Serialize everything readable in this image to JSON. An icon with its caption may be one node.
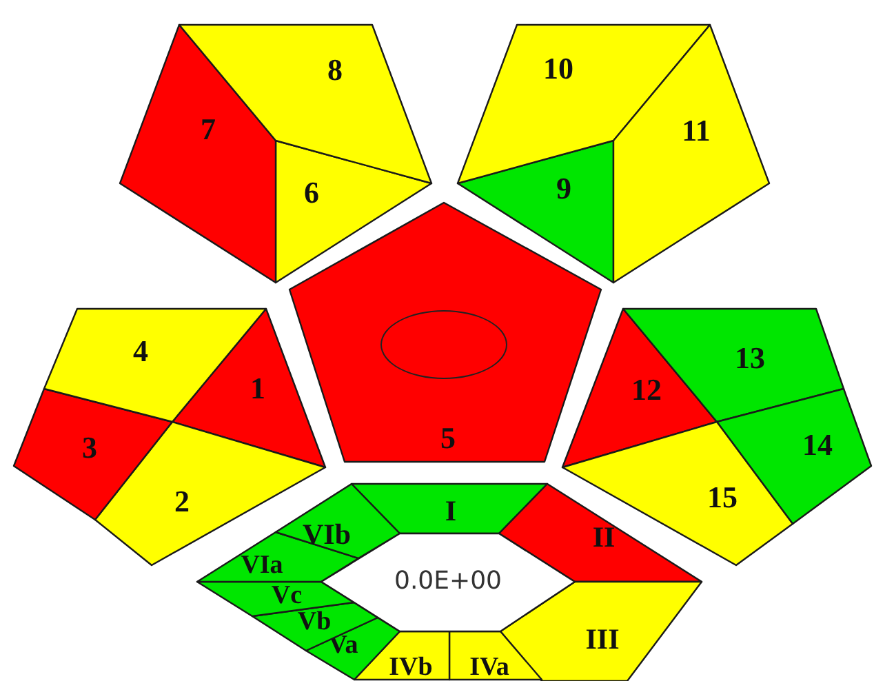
{
  "diagram": {
    "nodes": [
      {
        "text": [
          "1"
        ]
      },
      {
        "text": [
          "2"
        ]
      },
      {
        "text": [
          "3"
        ]
      },
      {
        "text": [
          "4"
        ]
      },
      {
        "text": [
          "5"
        ]
      },
      {
        "text": [
          "6"
        ]
      },
      {
        "text": [
          "7"
        ]
      },
      {
        "text": [
          "8"
        ]
      },
      {
        "text": [
          "9"
        ]
      },
      {
        "text": [
          "10"
        ]
      },
      {
        "text": [
          "11"
        ]
      },
      {
        "text": [
          "12"
        ]
      },
      {
        "text": [
          "13"
        ]
      },
      {
        "text": [
          "14"
        ]
      },
      {
        "text": [
          "15"
        ]
      },
      {
        "text": [],
        "shape": "circle",
        "in": 4
      },
      {
        "text": [
          "I"
        ]
      },
      {
        "text": [
          "II"
        ]
      },
      {
        "text": [
          "III"
        ]
      },
      {
        "text": [
          "IVa"
        ]
      },
      {
        "text": [
          "IVb"
        ]
      },
      {
        "text": [
          "Va"
        ]
      },
      {
        "text": [
          "Vb"
        ]
      },
      {
        "text": [
          "Vc"
        ]
      },
      {
        "text": [
          "VIa"
        ]
      },
      {
        "text": [
          "VIb"
        ]
      },
      {
        "text": [
          "0.0E+00"
        ]
      }
    ]
  }
}
